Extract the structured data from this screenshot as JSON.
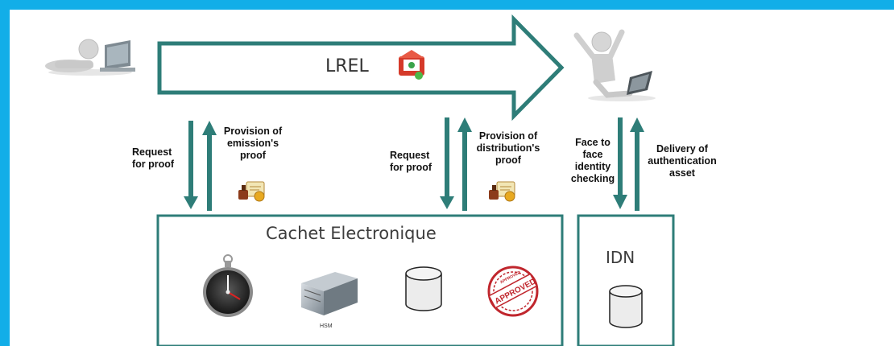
{
  "diagram": {
    "main_arrow_label": "LREL",
    "left_flow": {
      "request_label": "Request\nfor proof",
      "provision_label": "Provision of\nemission's\nproof"
    },
    "middle_flow": {
      "request_label": "Request\nfor proof",
      "provision_label": "Provision of\ndistribution's\nproof"
    },
    "right_flow": {
      "face_label": "Face to\nface\nidentity\nchecking",
      "delivery_label": "Delivery of\nauthentication\nasset"
    },
    "cachet_box": {
      "title": "Cachet Electronique",
      "hsm_label": "HSM",
      "stamp_text": "APPROVED",
      "stamp_small_text": "APPROVED"
    },
    "idn_box": {
      "title": "IDN"
    }
  },
  "colors": {
    "frame": "#12aee8",
    "teal": "#2e7d78",
    "stamp_red": "#c0262d"
  },
  "icons": [
    "sender-person-laptop-icon",
    "receiver-person-laptop-icon",
    "email-icon",
    "certificate-seal-icon",
    "stopwatch-icon",
    "hsm-server-icon",
    "database-icon",
    "approved-stamp-icon"
  ]
}
